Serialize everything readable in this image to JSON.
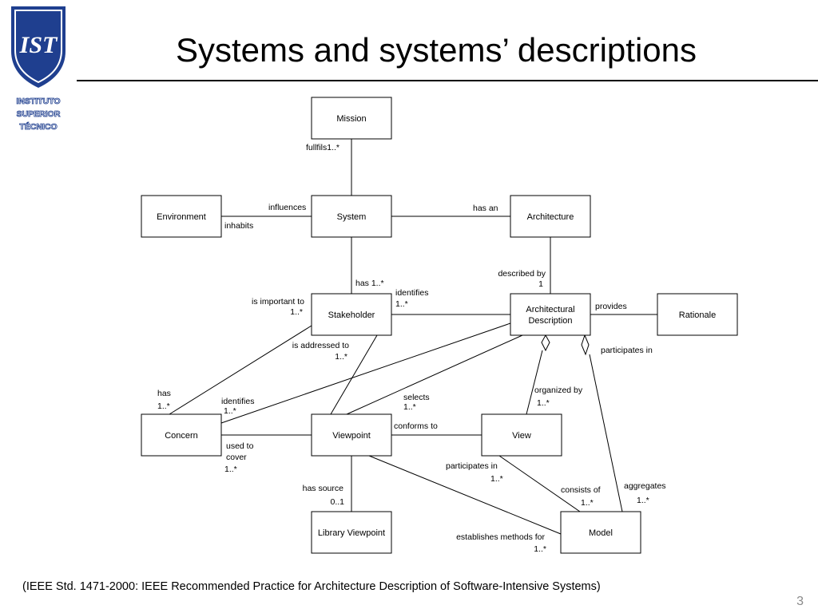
{
  "slide": {
    "title": "Systems and systems’ descriptions",
    "footer": "(IEEE Std. 1471-2000: IEEE Recommended Practice for Architecture Description of Software-Intensive Systems)",
    "page_number": "3"
  },
  "logo": {
    "monogram": "IST",
    "lines": [
      "INSTITUTO",
      "SUPERIOR",
      "TÉCNICO"
    ],
    "color": "#1f3f8f"
  },
  "classes": {
    "mission": "Mission",
    "system": "System",
    "environment": "Environment",
    "architecture": "Architecture",
    "stakeholder": "Stakeholder",
    "architectural_description": [
      "Architectural",
      "Description"
    ],
    "rationale": "Rationale",
    "concern": "Concern",
    "viewpoint": "Viewpoint",
    "view": "View",
    "library_viewpoint": "Library Viewpoint",
    "model": "Model"
  },
  "labels": {
    "fulfils": "fullfils1..*",
    "influences": "influences",
    "inhabits": "inhabits",
    "has_an": "has an",
    "described_by": "described by",
    "described_by_mult": "1",
    "has_stakeholder": "has  1..*",
    "identifies_sh": "identifies",
    "identifies_sh_mult": "1..*",
    "is_important_to": "is important to",
    "is_important_to_mult": "1..*",
    "provides": "provides",
    "is_addressed_to": "is addressed to",
    "is_addressed_to_mult": "1..*",
    "participates_in_rat": "participates in",
    "organized_by": "organized by",
    "organized_by_mult": "1..*",
    "has_concern": "has",
    "has_concern_mult": "1..*",
    "identifies_concern": "identifies",
    "identifies_concern_mult": "1..*",
    "selects": "selects",
    "selects_mult": "1..*",
    "conforms_to": "conforms to",
    "used_to_cover_1": "used to",
    "used_to_cover_2": "cover",
    "used_to_cover_mult": "1..*",
    "participates_in_view": "participates in",
    "participates_in_view_mult": "1..*",
    "has_source": "has source",
    "has_source_mult": "0..1",
    "consists_of": "consists of",
    "consists_of_mult": "1..*",
    "aggregates": "aggregates",
    "aggregates_mult": "1..*",
    "establishes_methods_for": "establishes methods for",
    "establishes_methods_for_mult": "1..*"
  }
}
